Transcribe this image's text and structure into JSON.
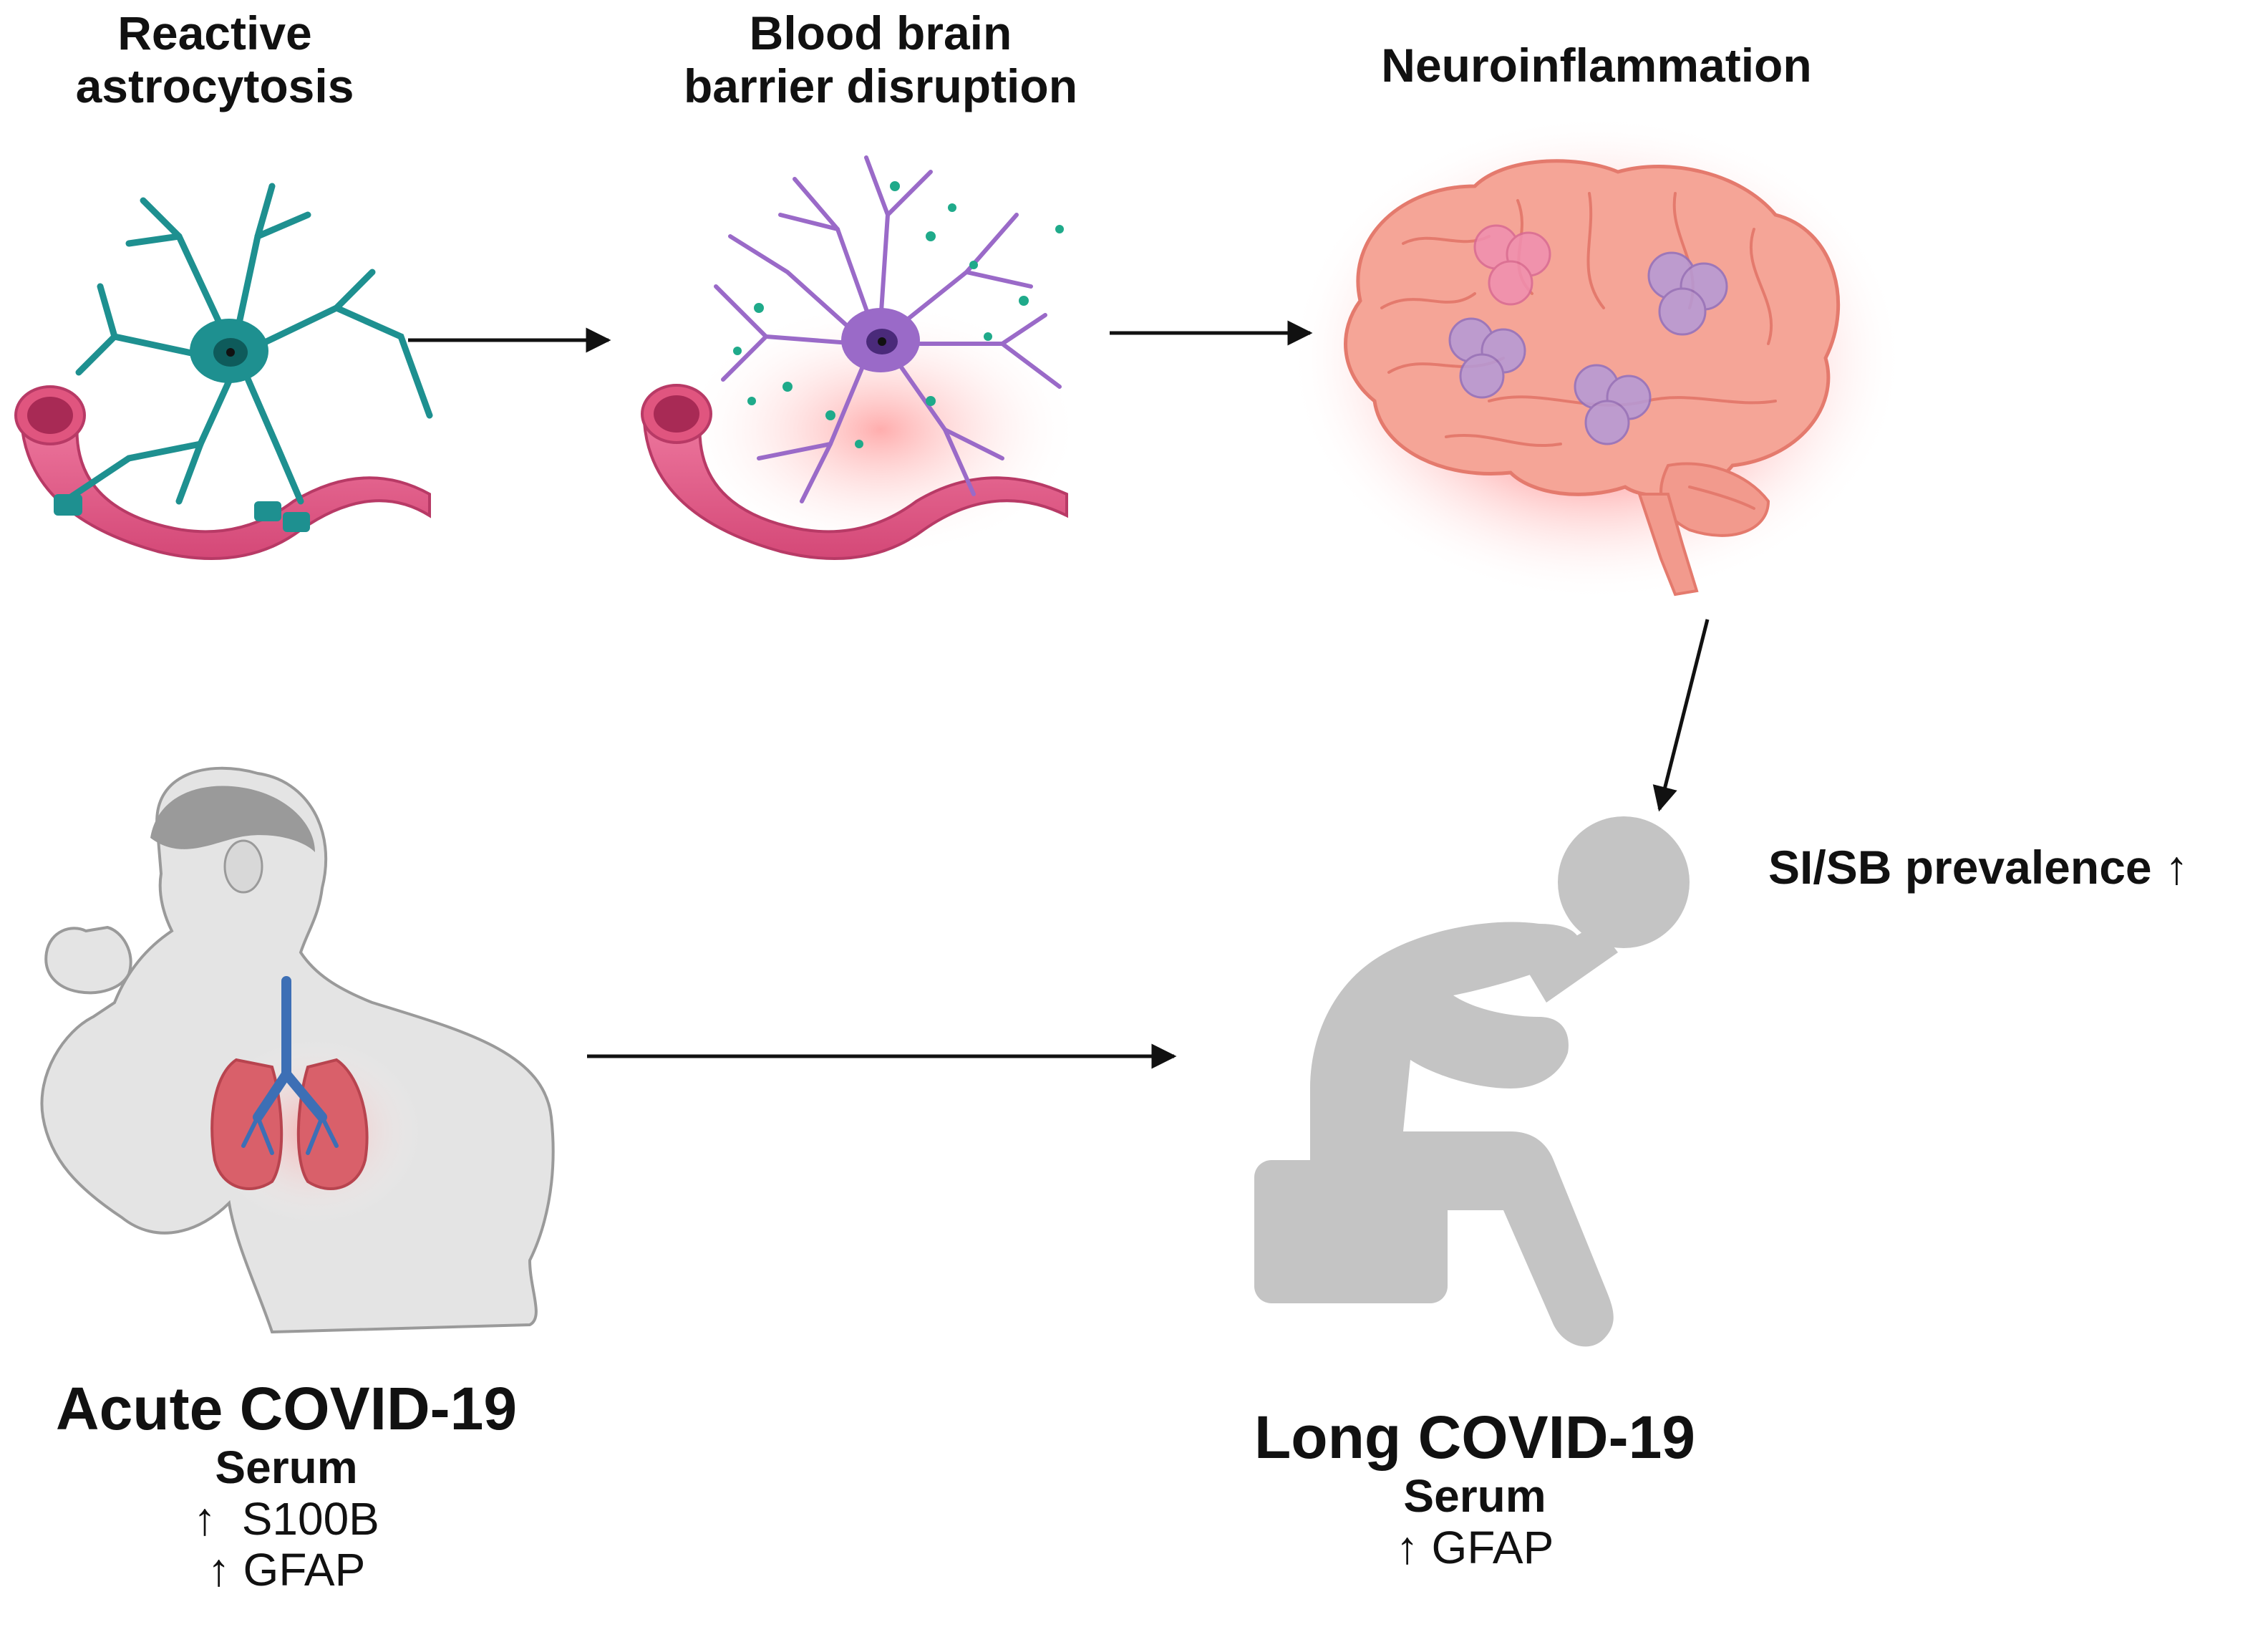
{
  "stages": {
    "astrocytosis": {
      "line1": "Reactive",
      "line2": "astrocytosis"
    },
    "bbb": {
      "line1": "Blood brain",
      "line2": "barrier disruption"
    },
    "neuroinflammation": {
      "title": "Neuroinflammation"
    }
  },
  "acute": {
    "title": "Acute COVID-19",
    "serum": "Serum",
    "markers": [
      {
        "arrow": "↑",
        "name": "S100B"
      },
      {
        "arrow": "↑",
        "name": "GFAP"
      }
    ]
  },
  "long": {
    "title": "Long COVID-19",
    "serum": "Serum",
    "markers": [
      {
        "arrow": "↑",
        "name": "GFAP"
      }
    ]
  },
  "outcome": {
    "text": "SI/SB prevalence ↑"
  },
  "colors": {
    "vessel": "#e0557f",
    "vessel_inner": "#a82a55",
    "astrocyte": "#1e9090",
    "reactive_astrocyte": "#9a6ac8",
    "inflammation": "#ff6b6b",
    "brain": "#f49a8e",
    "immune_cell": "#b49ad8",
    "person_gray": "#c4c4c4",
    "lung": "#d9606a",
    "trachea": "#3d6fb5"
  },
  "icons": [
    "astrocyte-icon",
    "blood-vessel-icon",
    "brain-icon",
    "immune-cell-icon",
    "coughing-person-icon",
    "lungs-icon",
    "depressed-person-icon"
  ]
}
